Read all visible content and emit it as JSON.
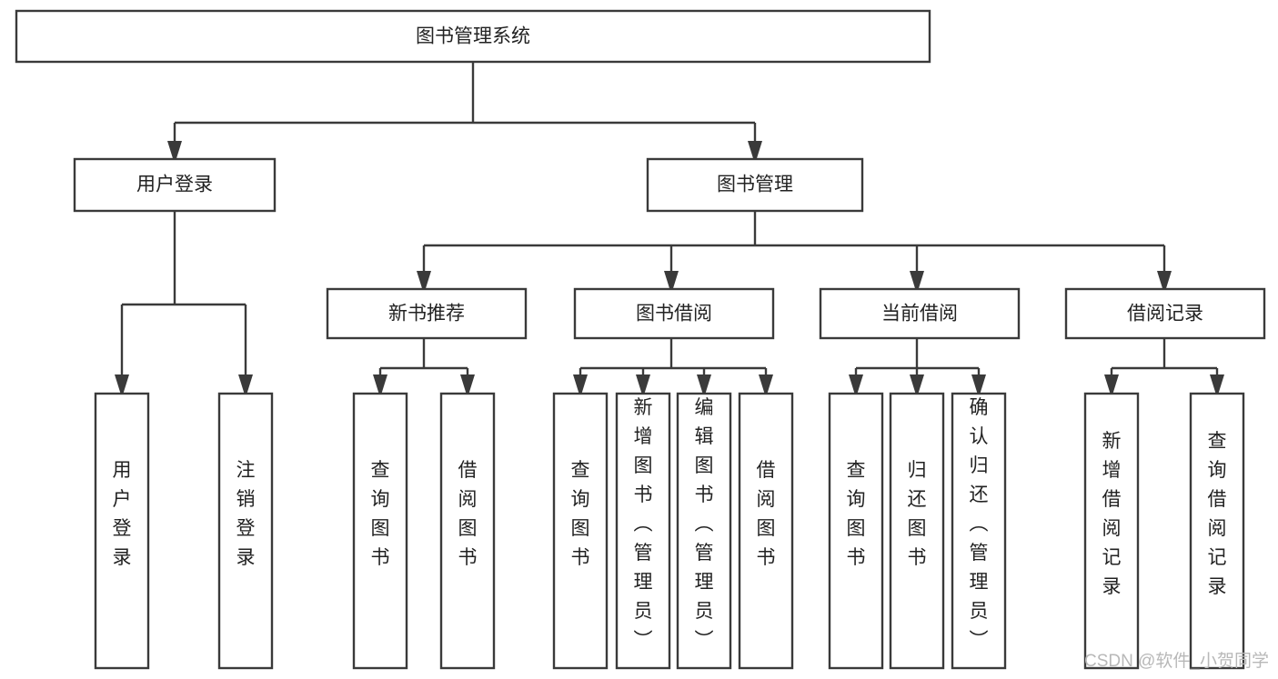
{
  "diagram": {
    "title": "图书管理系统",
    "type": "tree",
    "orientation": "top-down",
    "colors": {
      "box_fill": "#ffffff",
      "box_stroke": "#3a3a3a",
      "connector": "#3a3a3a",
      "label_text": "#222222",
      "watermark": "#b8b8b8",
      "background": "#ffffff"
    },
    "root": {
      "label": "图书管理系统"
    },
    "level2": [
      {
        "label": "用户登录"
      },
      {
        "label": "图书管理"
      }
    ],
    "level3": [
      {
        "label": "新书推荐"
      },
      {
        "label": "图书借阅"
      },
      {
        "label": "当前借阅"
      },
      {
        "label": "借阅记录"
      }
    ],
    "leaves": {
      "user_login": [
        {
          "label": "用户登录"
        },
        {
          "label": "注销登录"
        }
      ],
      "new_book_recommend": [
        {
          "label": "查询图书"
        },
        {
          "label": "借阅图书"
        }
      ],
      "book_borrow": [
        {
          "label": "查询图书"
        },
        {
          "label": "新增图书（管理员）"
        },
        {
          "label": "编辑图书（管理员）"
        },
        {
          "label": "借阅图书"
        }
      ],
      "current_borrow": [
        {
          "label": "查询图书"
        },
        {
          "label": "归还图书"
        },
        {
          "label": "确认归还（管理员）"
        }
      ],
      "borrow_record": [
        {
          "label": "新增借阅记录"
        },
        {
          "label": "查询借阅记录"
        }
      ]
    }
  },
  "watermark": {
    "text": "CSDN @软件_小贺同学"
  }
}
